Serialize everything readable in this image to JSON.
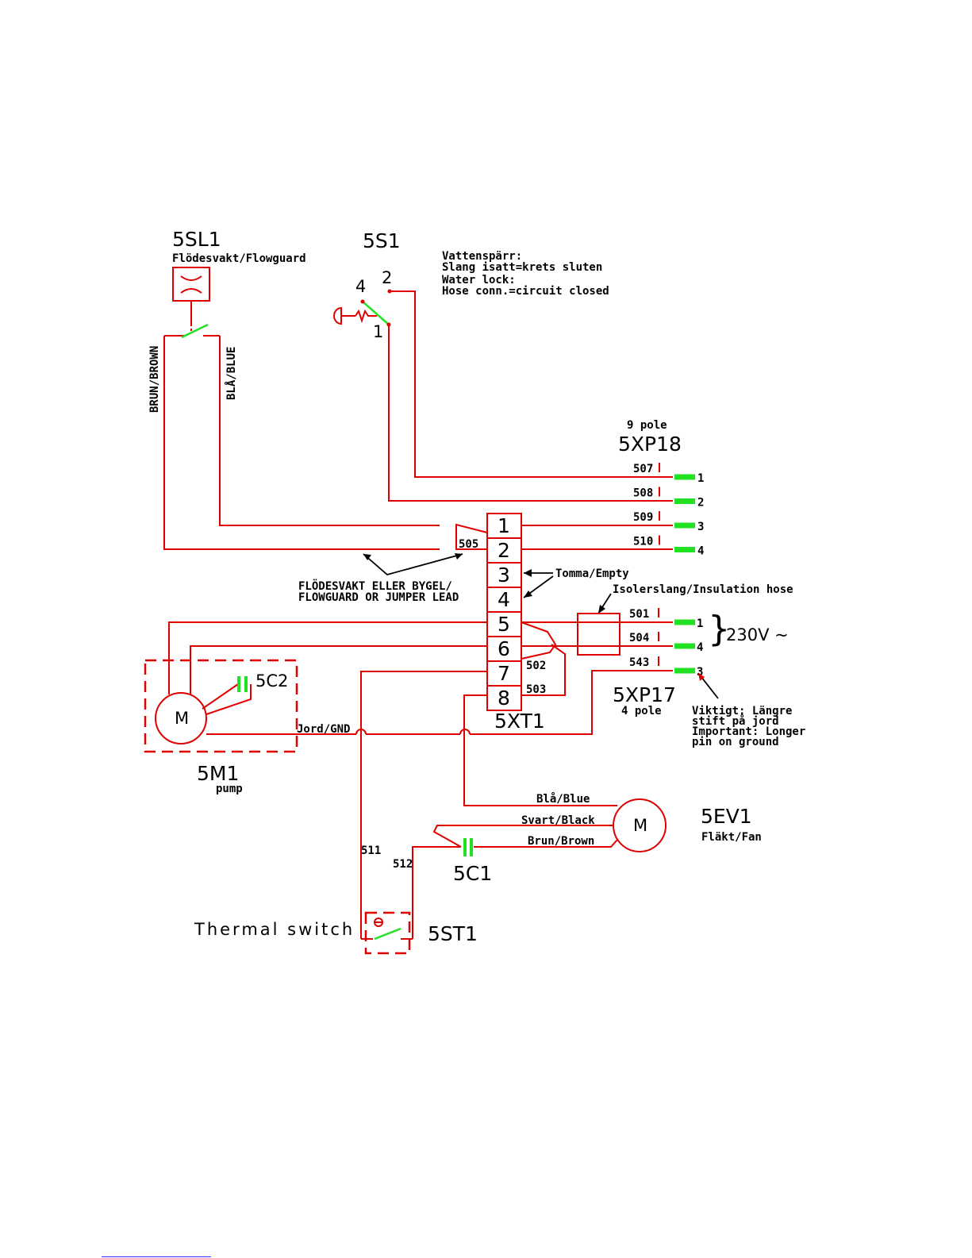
{
  "labels": {
    "flowguard_id": "5SL1",
    "flowguard_desc": "Flödesvakt/Flowguard",
    "switch_id": "5S1",
    "switch_pin4": "4",
    "switch_pin2": "2",
    "switch_pin1": "1",
    "water_lock_1": "Vattenspärr:",
    "water_lock_2": "Slang isatt=krets sluten",
    "water_lock_3": "Water lock:",
    "water_lock_4": "Hose conn.=circuit closed",
    "wire_brown": "BRUN/BROWN",
    "wire_blue": "BLÅ/BLUE",
    "xp18_poles": "9 pole",
    "xp18_id": "5XP18",
    "flowguard_note_1": "FLÖDESVAKT ELLER BYGEL/",
    "flowguard_note_2": "FLOWGUARD OR JUMPER LEAD",
    "empty_note": "Tomma/Empty",
    "insulation_hose": "Isolerslang/Insulation hose",
    "voltage": "230V ~",
    "cap_5c2": "5C2",
    "motor_m": "M",
    "gnd": "Jord/GND",
    "xt1_id": "5XT1",
    "xp17_id": "5XP17",
    "xp17_poles": "4 pole",
    "important_1": "Viktigt: Längre",
    "important_2": "stift på jord",
    "important_3": "Important: Longer",
    "important_4": "pin on ground",
    "pump_id": "5M1",
    "pump_desc": "pump",
    "fan_blue": "Blå/Blue",
    "fan_black": "Svart/Black",
    "fan_brown": "Brun/Brown",
    "fan_id": "5EV1",
    "fan_desc": "Fläkt/Fan",
    "wire_511": "511",
    "wire_512": "512",
    "cap_5c1": "5C1",
    "thermal_switch": "Thermal switch",
    "thermal_id": "5ST1",
    "wire_505": "505",
    "wire_502": "502",
    "wire_503": "503"
  },
  "terminal_block": [
    "1",
    "2",
    "3",
    "4",
    "5",
    "6",
    "7",
    "8"
  ],
  "xp18_wires": [
    "507",
    "508",
    "509",
    "510"
  ],
  "xp18_pins": [
    "1",
    "2",
    "3",
    "4"
  ],
  "xp17_wires": [
    "501",
    "504",
    "543"
  ],
  "xp17_pins": [
    "1",
    "4",
    "3"
  ],
  "colors": {
    "wire": "#e00000",
    "pin": "#22e022",
    "text": "#000000"
  }
}
